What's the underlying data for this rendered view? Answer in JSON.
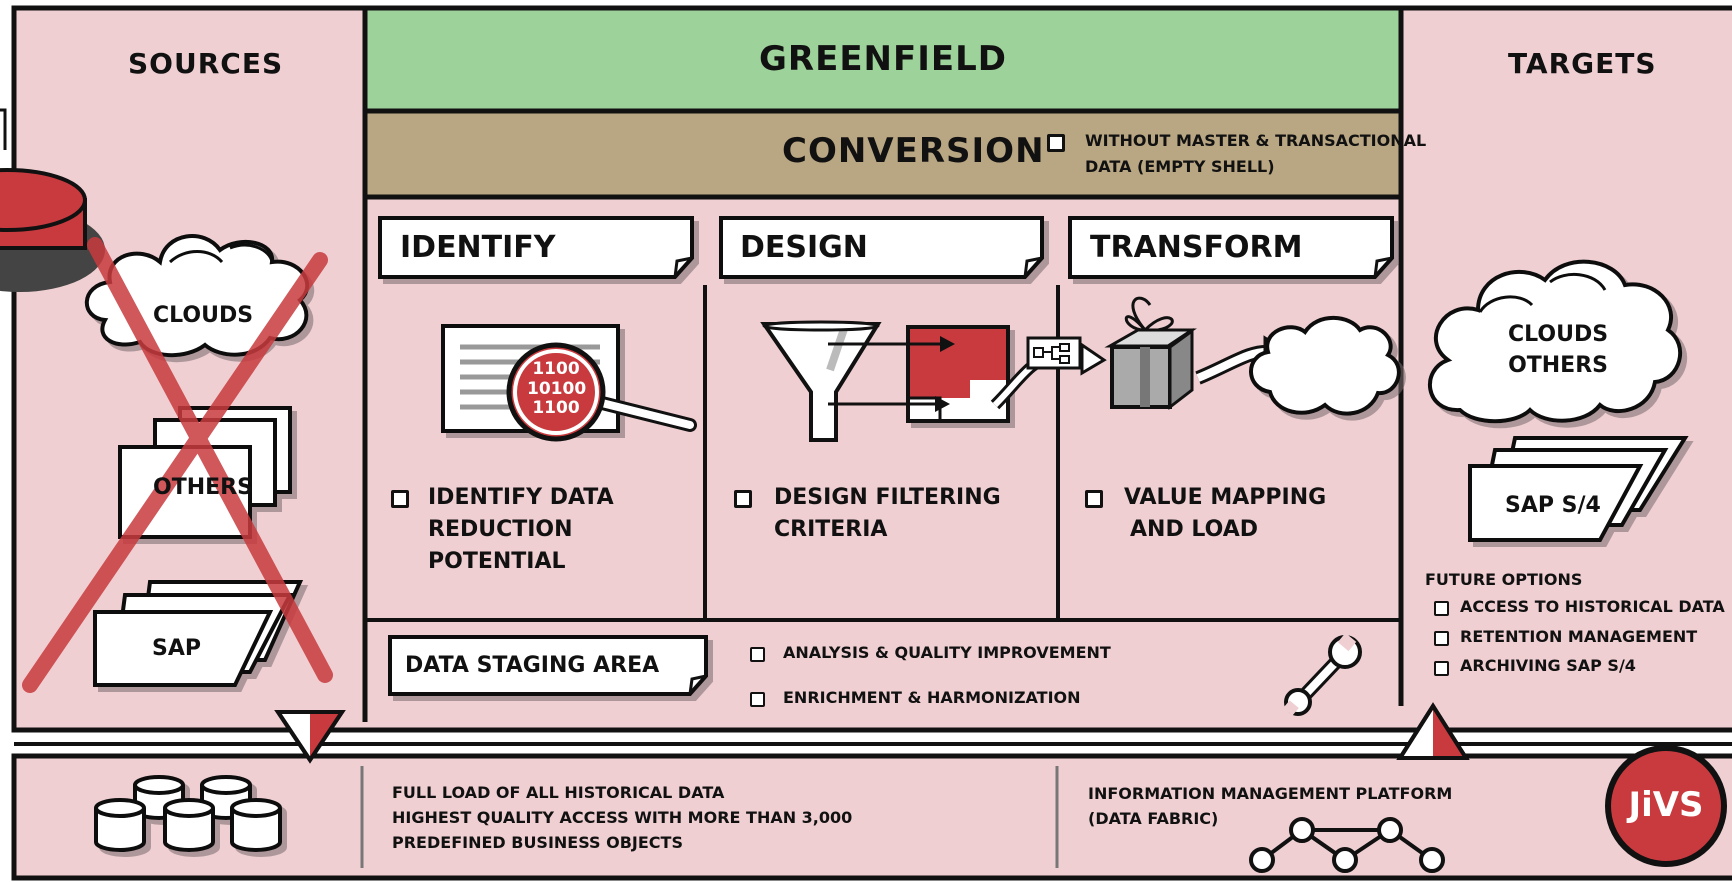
{
  "colors": {
    "panel": "#efcfd2",
    "greenfield": "#9dd29a",
    "conversion": "#b9a683",
    "accent_red": "#c83a3e",
    "outline": "#111111",
    "white": "#ffffff"
  },
  "columns": {
    "sources": "SOURCES",
    "greenfield": "GREENFIELD",
    "conversion": "CONVERSION",
    "targets": "TARGETS"
  },
  "conversion_option": [
    "WITHOUT MASTER & TRANSACTIONAL",
    "DATA (EMPTY SHELL)"
  ],
  "sources": {
    "clouds": "CLOUDS",
    "others": "OTHERS",
    "sap": "SAP"
  },
  "phases": [
    {
      "title": "IDENTIFY",
      "task": [
        "IDENTIFY DATA",
        "REDUCTION",
        "POTENTIAL"
      ],
      "graphic_text": [
        "1100",
        "10100",
        "1100"
      ]
    },
    {
      "title": "DESIGN",
      "task": [
        "DESIGN FILTERING",
        "CRITERIA"
      ]
    },
    {
      "title": "TRANSFORM",
      "task": [
        "VALUE MAPPING",
        "AND LOAD"
      ]
    }
  ],
  "staging": {
    "title": "DATA STAGING AREA",
    "items": [
      "ANALYSIS & QUALITY IMPROVEMENT",
      "ENRICHMENT & HARMONIZATION"
    ]
  },
  "targets": {
    "clouds": [
      "CLOUDS",
      "OTHERS"
    ],
    "sap": "SAP S/4",
    "future_title": "FUTURE OPTIONS",
    "future_items": [
      "ACCESS TO HISTORICAL DATA",
      "RETENTION MANAGEMENT",
      "ARCHIVING SAP S/4"
    ]
  },
  "bottom": {
    "left_lines": [
      "FULL LOAD OF ALL HISTORICAL DATA",
      "HIGHEST QUALITY ACCESS WITH MORE THAN 3,000",
      "PREDEFINED BUSINESS OBJECTS"
    ],
    "right_lines": [
      "INFORMATION MANAGEMENT PLATFORM",
      "(DATA FABRIC)"
    ],
    "logo": "JiVS"
  },
  "icons": [
    "database-disk-icon",
    "cloud-icon",
    "folder-stack-icon",
    "red-x-mark",
    "magnifier-icon",
    "funnel-icon",
    "flowchart-icon",
    "gift-box-icon",
    "wrench-icon",
    "database-cylinders-icon",
    "network-graph-icon",
    "triangle-marker-icon",
    "jivs-logo"
  ]
}
